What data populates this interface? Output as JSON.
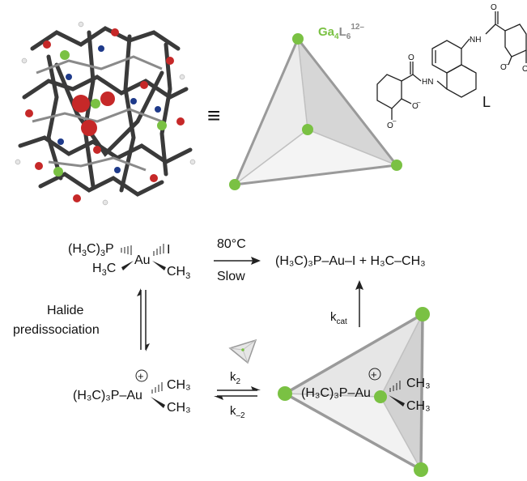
{
  "cage": {
    "formula_main": "Ga",
    "formula_sub1": "4",
    "formula_L": "L",
    "formula_sub2": "6",
    "formula_charge": "12–",
    "equiv": "≡",
    "ligand_label": "L",
    "ligand_nh_top": "NH",
    "ligand_hn": "HN",
    "ligand_o": "O",
    "ligand_o_minus": "O",
    "ligand_minus": "–"
  },
  "reaction": {
    "start_pme3": "(H",
    "start_sub3": "3",
    "start_c": "C)",
    "start_sub3b": "3",
    "start_p": "P",
    "start_au": "Au",
    "start_i": "I",
    "start_h3c_h": "H",
    "start_h3c_sub": "3",
    "start_h3c_c": "C",
    "start_ch3_c": "CH",
    "start_ch3_sub": "3",
    "conditions_top": "80°C",
    "conditions_bottom": "Slow",
    "product_text": "(H₃C)₃P–Au–I + H₃C–CH₃",
    "halide_line1": "Halide",
    "halide_line2": "predissociation",
    "cation_plus": "+",
    "cation_left": "(H₃C)₃P–Au",
    "cation_ch3_top": "CH₃",
    "cation_ch3_bottom": "CH₃",
    "k2": "k",
    "k2_sub": "2",
    "km2": "k",
    "km2_sub": "–2",
    "kcat": "k",
    "kcat_sub": "cat",
    "host_left": "(H₃C)₃P–Au",
    "host_ch3_top": "CH₃",
    "host_ch3_bottom": "CH₃",
    "host_plus": "+"
  },
  "colors": {
    "vertex": "#7ac143",
    "edge": "#9a9a9a",
    "face": "#e2e2e2"
  }
}
